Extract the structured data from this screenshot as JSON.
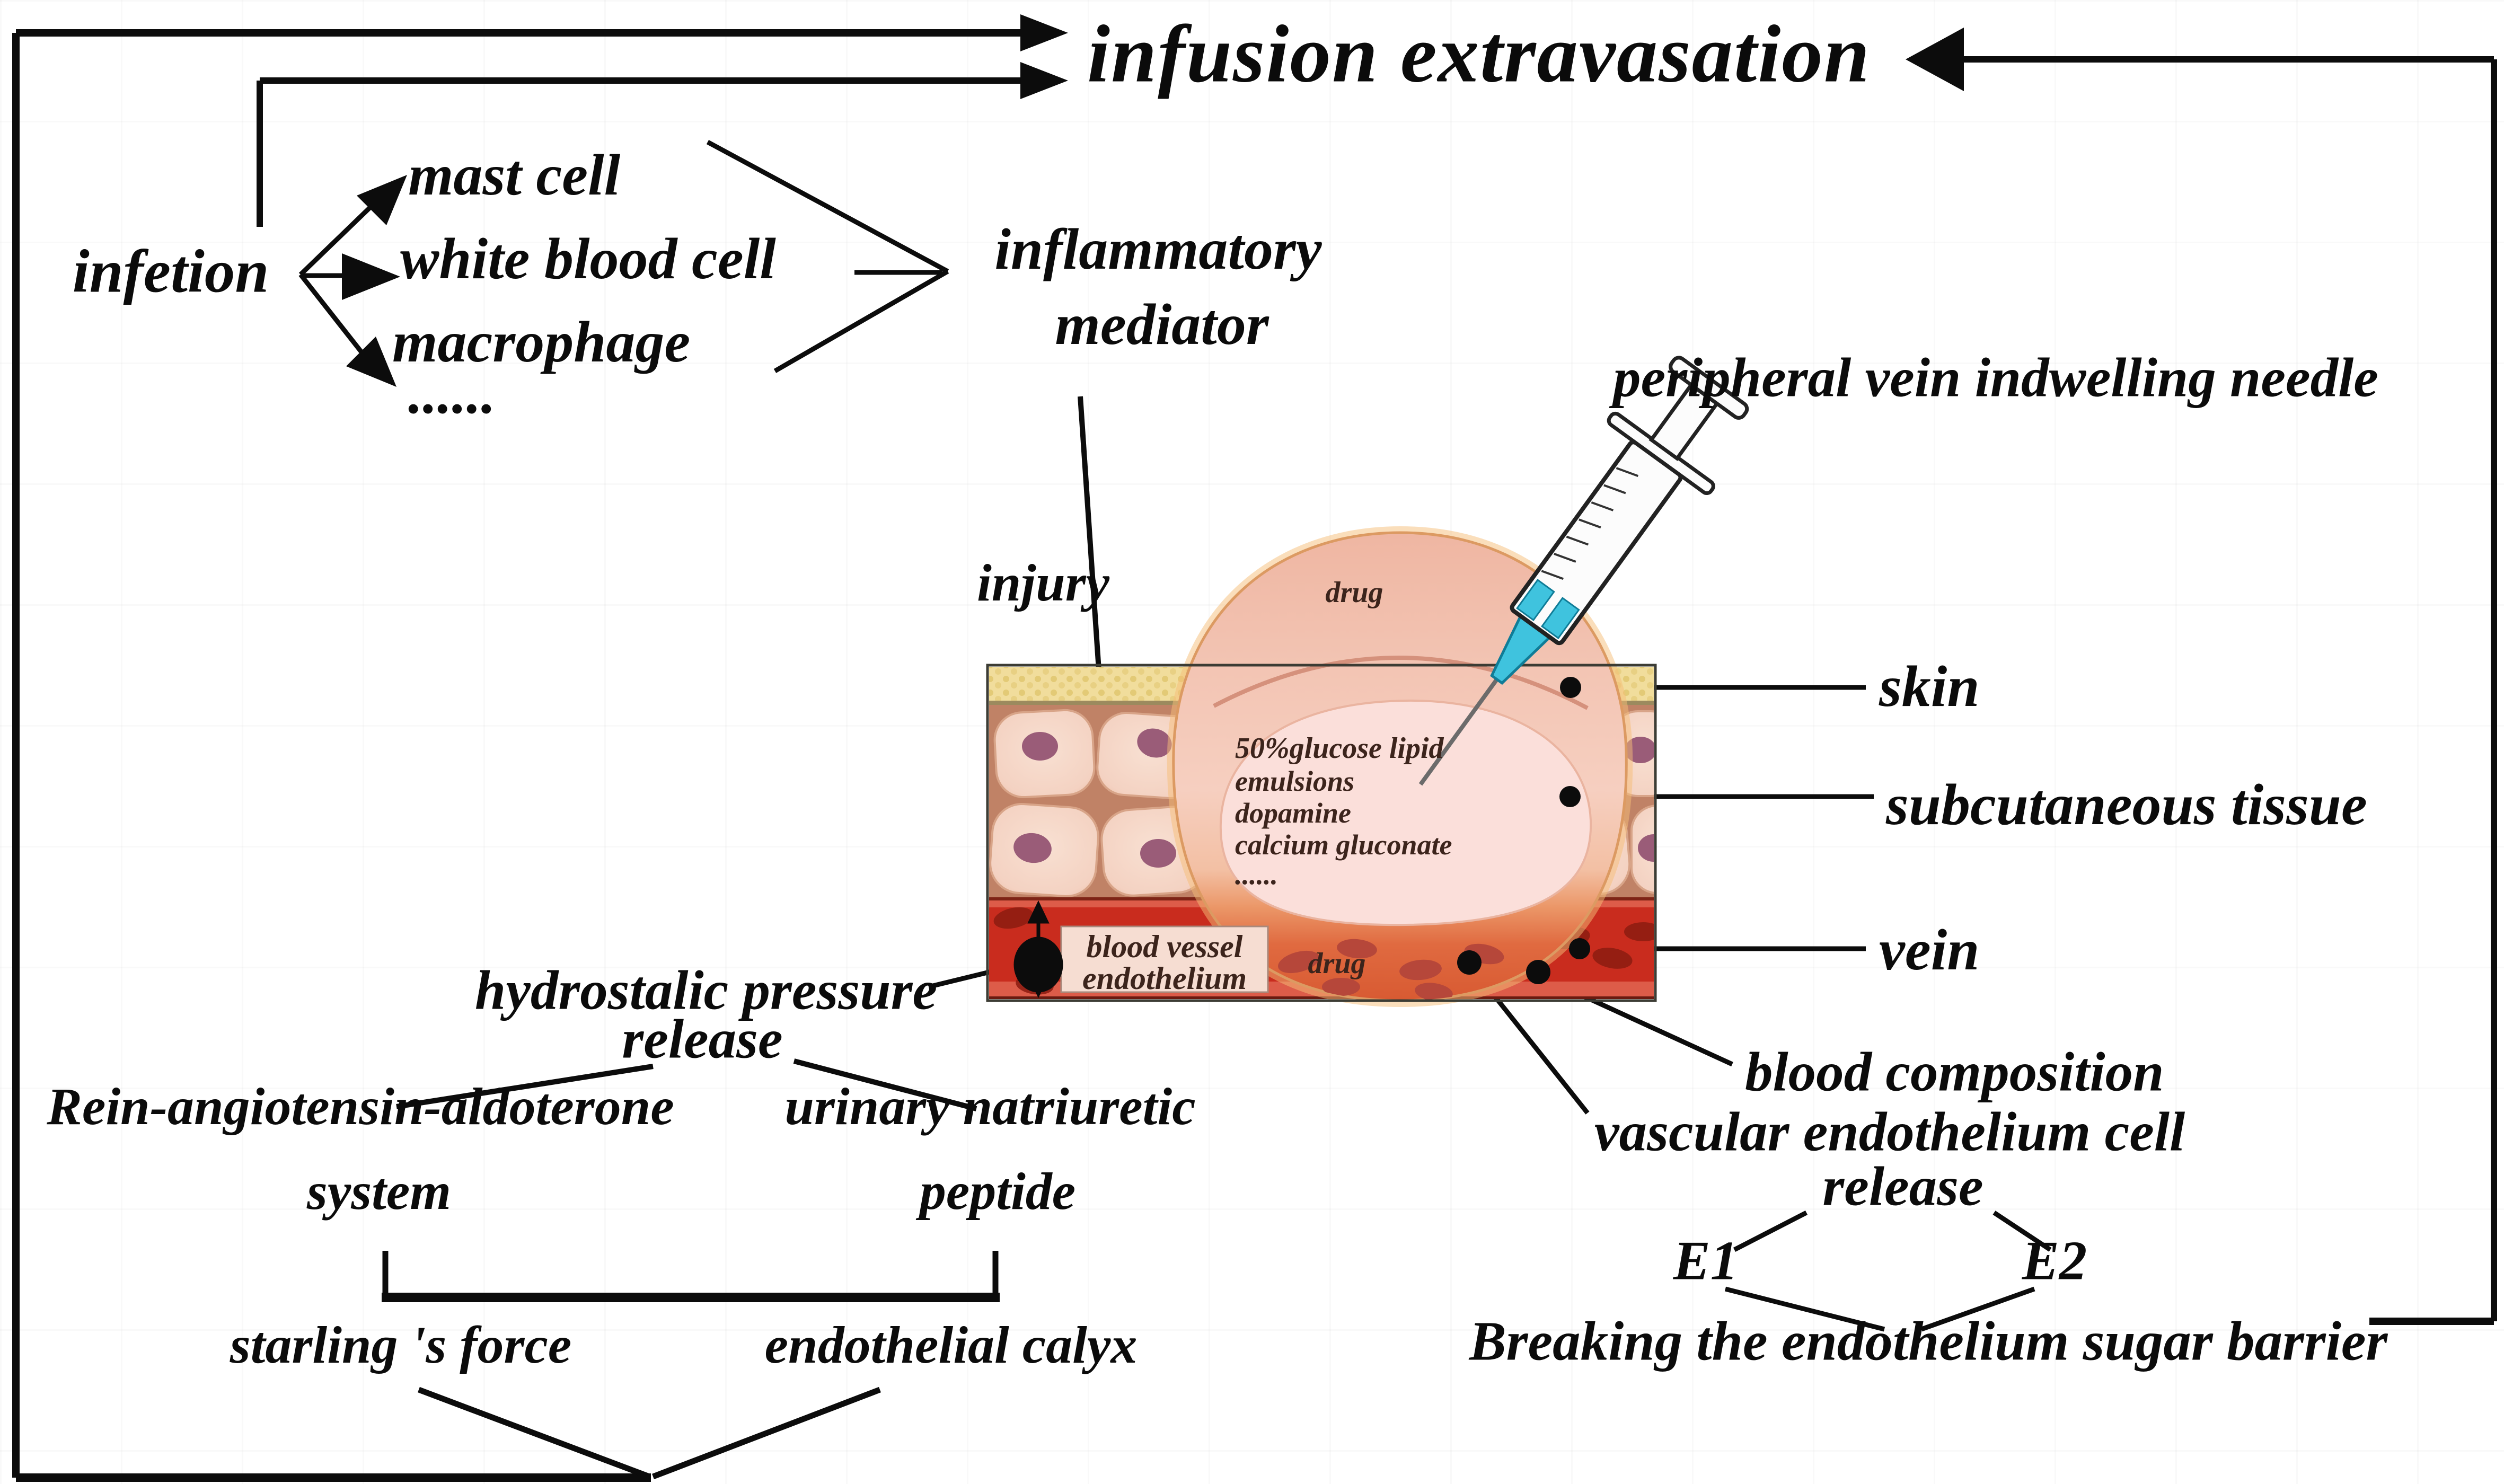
{
  "title": "infusion extravasation",
  "infection_branch": {
    "source": "infetion",
    "target_mast": "mast cell",
    "target_wbc": "white blood cell",
    "target_macrophage": "macrophage",
    "target_more": "......",
    "result_line1": "inflammatory",
    "result_line2": "mediator"
  },
  "labels": {
    "injury": "injury",
    "needle": "peripheral vein indwelling needle",
    "skin": "skin",
    "subcutaneous_tissue": "subcutaneous tissue",
    "vein": "vein",
    "blood_composition": "blood composition",
    "vascular_endothelium_cell": "vascular endothelium cell",
    "release_right": "release",
    "e1": "E1",
    "e2": "E2",
    "breaking": "Breaking the endothelium sugar barrier",
    "hydrostatic_pressure": "hydrostalic pressure",
    "release_left": "release",
    "raas_line1": "Rein-angiotensin-aldoterone",
    "raas_line2": "system",
    "unp_line1": "urinary natriuretic",
    "unp_line2": "peptide",
    "starling": "starling 's force",
    "calyx": "endothelial calyx"
  },
  "illustration": {
    "drug_top": "drug",
    "drug_vein": "drug",
    "box_line1": "blood vessel",
    "box_line2": "endothelium",
    "drug_list": [
      "50%glucose lipid",
      "emulsions",
      "dopamine",
      "calcium gluconate",
      "......"
    ],
    "colors": {
      "skin_yellow": "#f1dd9c",
      "tissue_gap": "#c08266",
      "cell_fill": "#f4d2c2",
      "nucleus": "#9a5c78",
      "vein_red": "#c92c1e",
      "vein_edge": "#dd5c49",
      "rbc": "#8e1d12",
      "bulge_pink": "#f6cfc0",
      "bulge_inner": "#fbdfda",
      "bulge_orange": "#e06a40",
      "syringe_cyan": "#3fc3de",
      "line_black": "#0c0c0c"
    }
  }
}
